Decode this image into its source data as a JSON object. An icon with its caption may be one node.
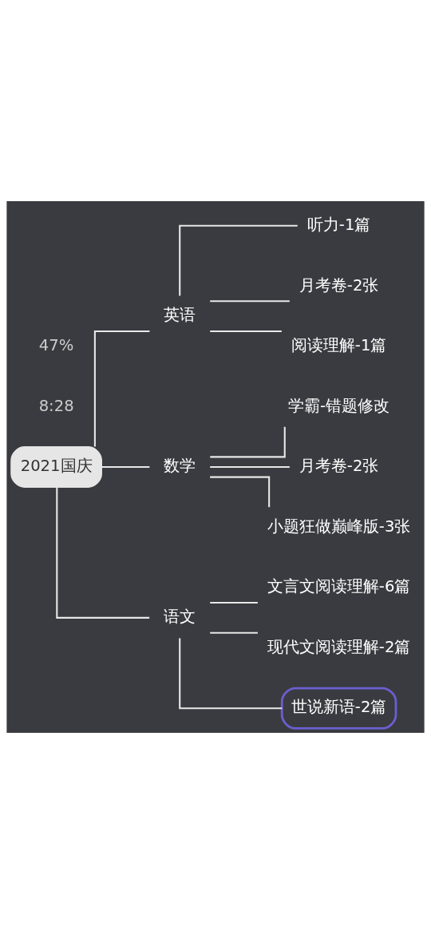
{
  "diagram": {
    "nodes": [
      {
        "text": [
          "2021国庆"
        ]
      },
      {
        "text": [
          "英语"
        ]
      },
      {
        "text": [
          "听力-1篇"
        ]
      },
      {
        "text": [
          "月考卷-2张"
        ]
      },
      {
        "text": [
          "阅读理解-1篇"
        ]
      },
      {
        "text": [
          "数学"
        ]
      },
      {
        "text": [
          "学霸-错题修改"
        ]
      },
      {
        "text": [
          "月考卷-2张"
        ]
      },
      {
        "text": [
          "小题狂做巅峰版-3张"
        ]
      },
      {
        "text": [
          "语文"
        ]
      },
      {
        "text": [
          "文言文阅读理解-6篇"
        ]
      },
      {
        "text": [
          "现代文阅读理解-2篇"
        ]
      },
      {
        "text": [
          "世说新语-2篇"
        ]
      }
    ],
    "edges": [
      {
        "from": 0,
        "to": 1,
        "arrow": "none"
      },
      {
        "from": 1,
        "to": 2,
        "arrow": "none"
      },
      {
        "from": 1,
        "to": 3,
        "arrow": "none"
      },
      {
        "from": 1,
        "to": 4,
        "arrow": "none"
      },
      {
        "from": 0,
        "to": 5,
        "arrow": "none"
      },
      {
        "from": 5,
        "to": 6,
        "arrow": "none"
      },
      {
        "from": 5,
        "to": 7,
        "arrow": "none"
      },
      {
        "from": 5,
        "to": 8,
        "arrow": "none"
      },
      {
        "from": 0,
        "to": 9,
        "arrow": "none"
      },
      {
        "from": 9,
        "to": 10,
        "arrow": "none"
      },
      {
        "from": 9,
        "to": 11,
        "arrow": "none"
      },
      {
        "from": 9,
        "to": 12,
        "arrow": "none"
      }
    ],
    "labels": [
      "47%",
      "8:28"
    ]
  }
}
